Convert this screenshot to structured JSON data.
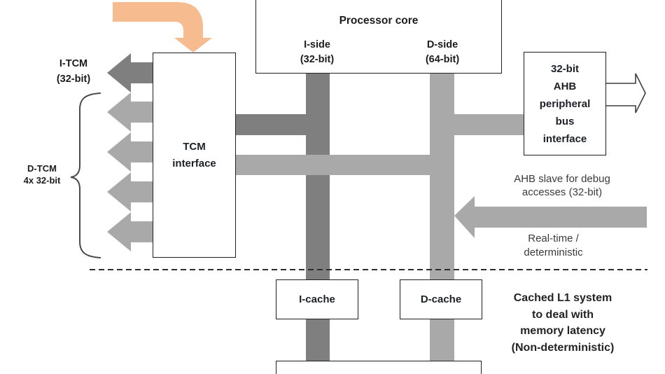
{
  "diagram": {
    "processor_core": {
      "title": "Processor core",
      "i_side": {
        "line1": "I-side",
        "line2": "(32-bit)"
      },
      "d_side": {
        "line1": "D-side",
        "line2": "(64-bit)"
      }
    },
    "tcm_interface": {
      "line1": "TCM",
      "line2": "interface"
    },
    "itcm": {
      "line1": "I-TCM",
      "line2": "(32-bit)"
    },
    "dtcm": {
      "line1": "D-TCM",
      "line2": "4x 32-bit"
    },
    "ahb_peripheral": {
      "line1": "32-bit",
      "line2": "AHB",
      "line3": "peripheral",
      "line4": "bus",
      "line5": "interface"
    },
    "debug_slave": {
      "line1": "AHB slave for debug",
      "line2": "accesses (32-bit)"
    },
    "realtime": {
      "line1": "Real-time /",
      "line2": "deterministic"
    },
    "i_cache": {
      "label": "I-cache"
    },
    "d_cache": {
      "label": "D-cache"
    },
    "cached_l1": {
      "line1": "Cached L1 system",
      "line2": "to deal with",
      "line3": "memory latency",
      "line4": "(Non-deterministic)"
    }
  },
  "colors": {
    "dark_bus": "#7f7f7f",
    "light_bus": "#a9a9a9",
    "orange_arrow": "#f7bb90",
    "box_border": "#1f1f1f",
    "divider": "#2e2e2e",
    "brace": "#4a4a4a",
    "outline_arrow_stroke": "#3f3f3f",
    "white": "#ffffff"
  }
}
